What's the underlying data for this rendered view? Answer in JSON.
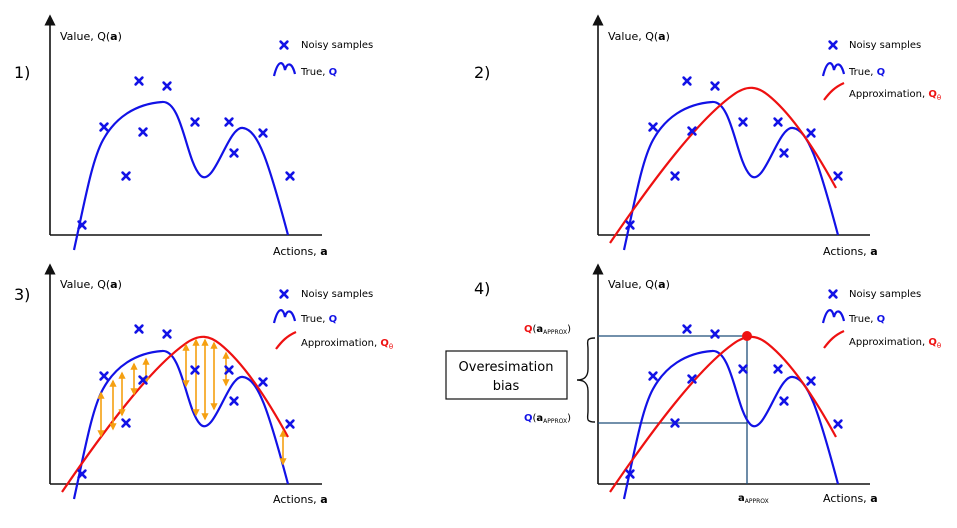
{
  "panels": [
    {
      "number": "1)",
      "ylabel": {
        "pre": "Value, Q(",
        "bold": "a",
        "post": ")"
      },
      "xlabel": {
        "pre": "Actions, ",
        "bold": "a"
      },
      "legend": {
        "noisy": "Noisy samples",
        "true_pre": "True, ",
        "true_bold": "Q"
      }
    },
    {
      "number": "2)",
      "ylabel": {
        "pre": "Value, Q(",
        "bold": "a",
        "post": ")"
      },
      "xlabel": {
        "pre": "Actions, ",
        "bold": "a"
      },
      "legend": {
        "noisy": "Noisy samples",
        "true_pre": "True, ",
        "true_bold": "Q",
        "approx_pre": "Approximation, ",
        "approx_bold": "Q",
        "approx_sub": "θ"
      }
    },
    {
      "number": "3)",
      "ylabel": {
        "pre": "Value, Q(",
        "bold": "a",
        "post": ")"
      },
      "xlabel": {
        "pre": "Actions, ",
        "bold": "a"
      },
      "legend": {
        "noisy": "Noisy samples",
        "true_pre": "True, ",
        "true_bold": "Q",
        "approx_pre": "Approximation, ",
        "approx_bold": "Q",
        "approx_sub": "θ"
      }
    },
    {
      "number": "4)",
      "ylabel": {
        "pre": "Value, Q(",
        "bold": "a",
        "post": ")"
      },
      "xlabel": {
        "pre": "Actions, ",
        "bold": "a"
      },
      "legend": {
        "noisy": "Noisy samples",
        "true_pre": "True, ",
        "true_bold": "Q",
        "approx_pre": "Approximation, ",
        "approx_bold": "Q",
        "approx_sub": "θ"
      },
      "bias_box": {
        "line1": "Overesimation",
        "line2": "bias"
      },
      "q_approx_label": {
        "q": "Q",
        "open": "(",
        "a": "a",
        "sub": "APPROX",
        "close": ")"
      },
      "a_approx_label": {
        "a": "a",
        "sub": "APPROX"
      }
    }
  ],
  "colors": {
    "true_curve": "#1212e6",
    "approx_curve": "#ee1111",
    "samples": "#1212e6",
    "arrows": "#f5a011",
    "guide_lines": "#1f4e79",
    "axis": "#111111",
    "max_point": "#ee1111"
  }
}
